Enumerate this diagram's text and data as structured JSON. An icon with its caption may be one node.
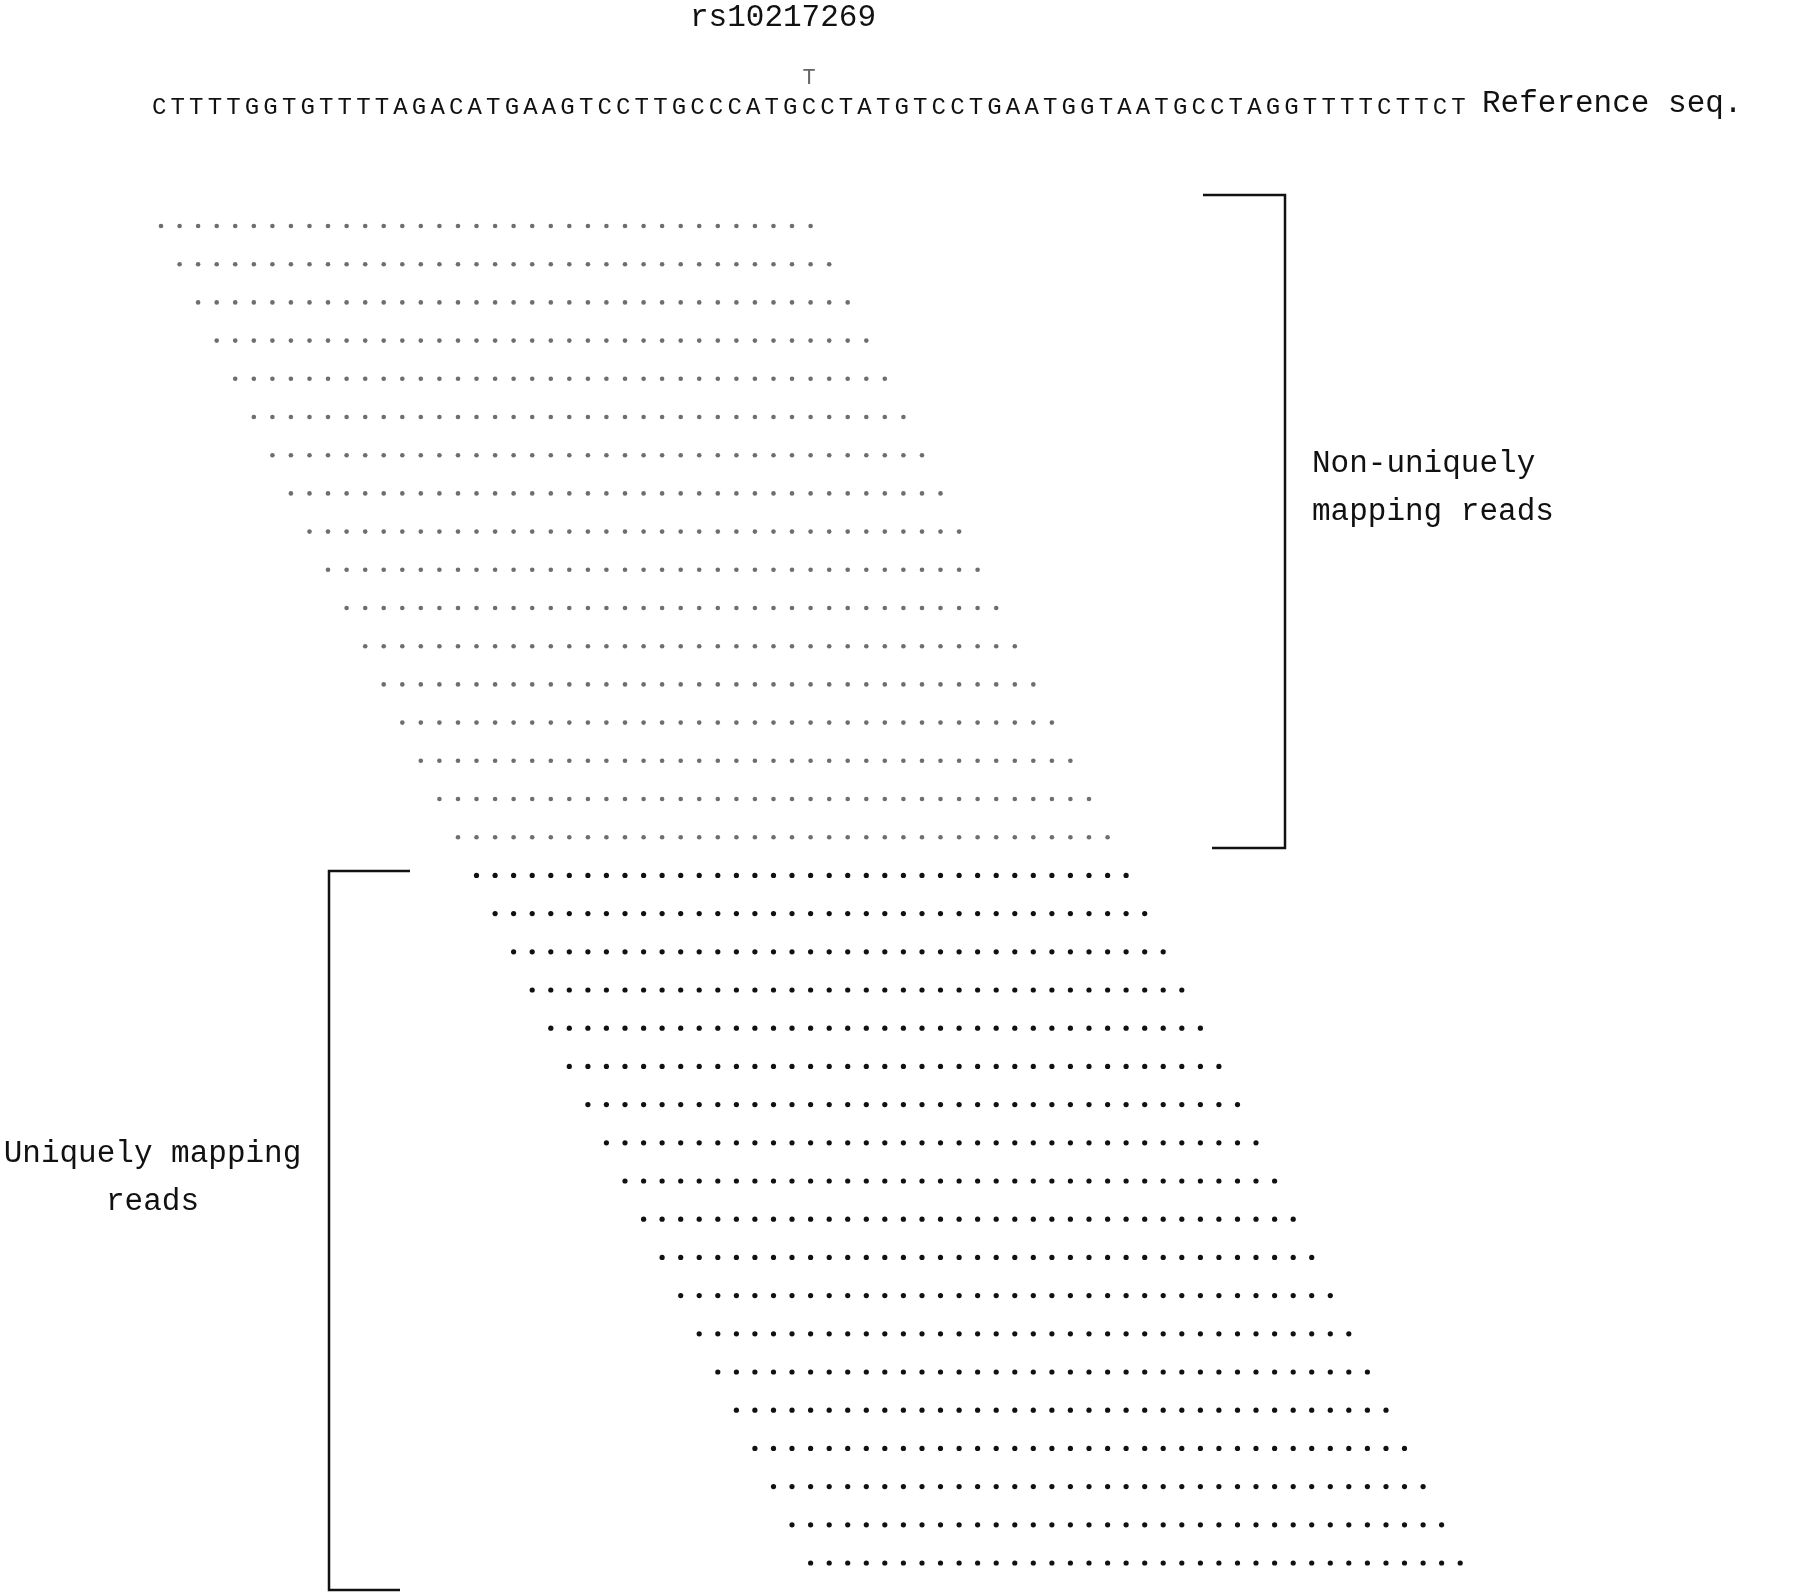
{
  "diagram": {
    "labels": [
      "rs10217269",
      "T",
      "CTTTTGGTGTTTTAGACATGAAGTCCTTGCCCATGCCTATGTCCTGAATGGTAATGCCTAGGTTTTCTTCT",
      "Reference seq.",
      "Non-uniquely mapping reads",
      "Uniquely mapping reads"
    ]
  }
}
